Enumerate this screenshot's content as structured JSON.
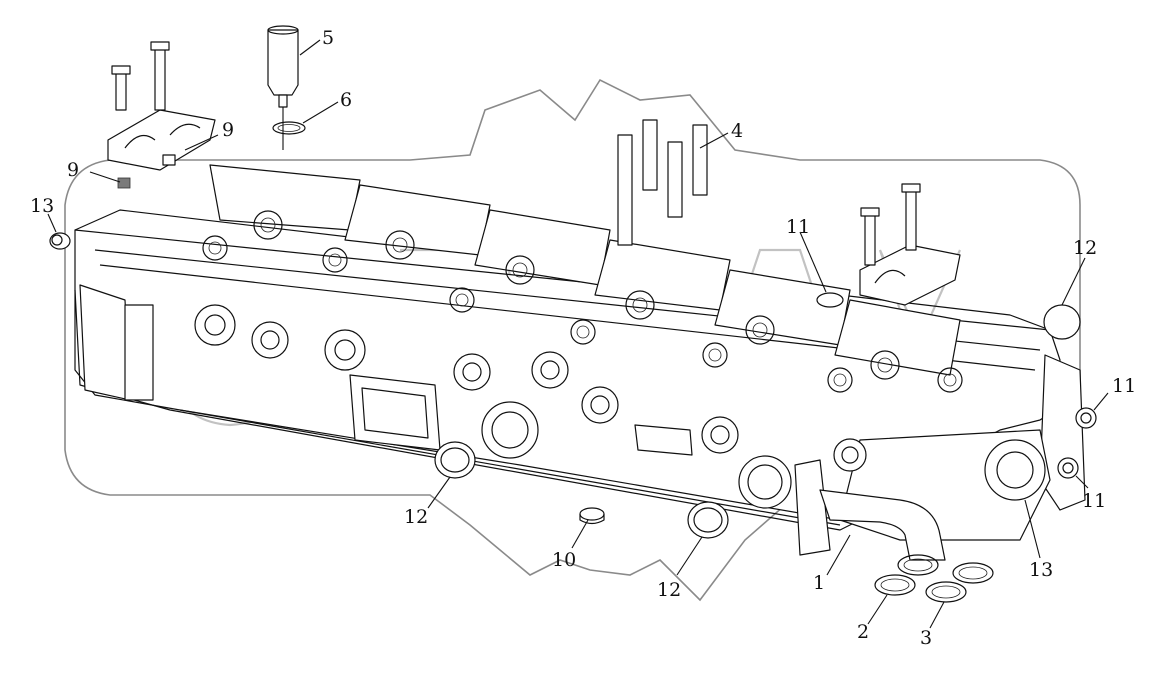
{
  "diagram": {
    "type": "exploded-parts-drawing",
    "subject": "cylinder head assembly",
    "callouts": [
      {
        "id": "c1",
        "label": "1"
      },
      {
        "id": "c2",
        "label": "2"
      },
      {
        "id": "c3",
        "label": "3"
      },
      {
        "id": "c4",
        "label": "4"
      },
      {
        "id": "c5",
        "label": "5"
      },
      {
        "id": "c6",
        "label": "6"
      },
      {
        "id": "c9a",
        "label": "9"
      },
      {
        "id": "c9b",
        "label": "9"
      },
      {
        "id": "c10",
        "label": "10"
      },
      {
        "id": "c11a",
        "label": "11"
      },
      {
        "id": "c11b",
        "label": "11"
      },
      {
        "id": "c11c",
        "label": "11"
      },
      {
        "id": "c12a",
        "label": "12"
      },
      {
        "id": "c12b",
        "label": "12"
      },
      {
        "id": "c12c",
        "label": "12"
      },
      {
        "id": "c13a",
        "label": "13"
      },
      {
        "id": "c13b",
        "label": "13"
      }
    ]
  }
}
